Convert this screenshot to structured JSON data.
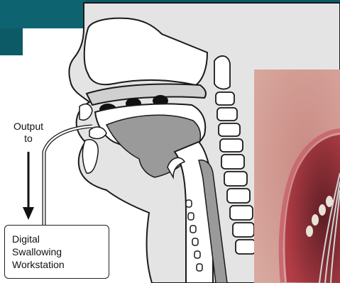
{
  "labels": {
    "output_line1": "Output",
    "output_line2": "to",
    "workstation_line1": "Digital",
    "workstation_line2": "Swallowing",
    "workstation_line3": "Workstation"
  },
  "colors": {
    "background_teal": "#0b5a66",
    "anatomy_fill": "#e4e4e4",
    "anatomy_stroke": "#1a1a1a",
    "cavity_white": "#ffffff",
    "dark_shading": "#9a9a9a",
    "skin": "#d7a196",
    "mouth_interior": "#b23d46"
  },
  "icons": [
    "arrow-down-icon",
    "catheter-tube-icon"
  ]
}
